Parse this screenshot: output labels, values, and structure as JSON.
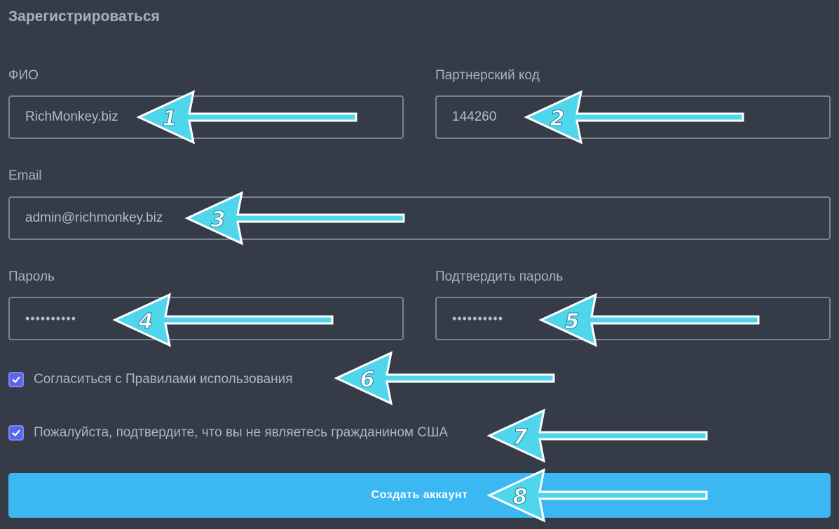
{
  "form": {
    "title": "Зарегистрироваться",
    "fields": {
      "fio": {
        "label": "ФИО",
        "value": "RichMonkey.biz"
      },
      "partner": {
        "label": "Партнерский код",
        "value": "144260"
      },
      "email": {
        "label": "Email",
        "value": "admin@richmonkey.biz"
      },
      "password": {
        "label": "Пароль",
        "value": "••••••••••"
      },
      "confirm": {
        "label": "Подтвердить пароль",
        "value": "••••••••••"
      }
    },
    "checkboxes": {
      "terms": {
        "label": "Согласиться с Правилами использования",
        "checked": true
      },
      "us_citizen": {
        "label": "Пожалуйста, подтвердите, что вы не являетесь гражданином США",
        "checked": true
      }
    },
    "submit_label": "Создать аккаунт"
  },
  "annotations": {
    "color": "#4fd6ec",
    "numbers": [
      "1",
      "2",
      "3",
      "4",
      "5",
      "6",
      "7",
      "8"
    ]
  },
  "colors": {
    "background": "#363b48",
    "accent": "#3bb7f1",
    "checkbox": "#5b66e8"
  }
}
